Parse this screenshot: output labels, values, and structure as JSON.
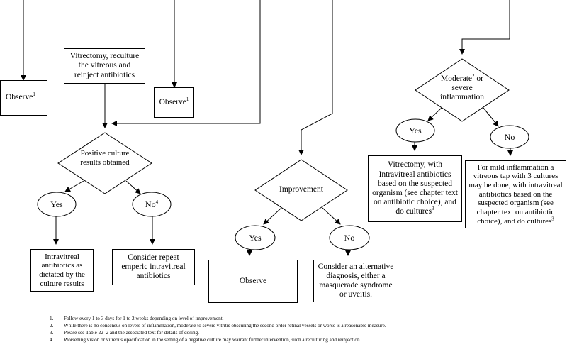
{
  "boxes": {
    "observe_left": {
      "text": "Observe",
      "sup": "1"
    },
    "vitrectomy_reculture": {
      "text": "Vitrectomy, reculture the vitreous and reinject antibiotics"
    },
    "observe_mid": {
      "text": "Observe",
      "sup": "1"
    },
    "intravitreal_culture": {
      "text": "Intravitreal antibiotics as dictated by the culture results"
    },
    "consider_repeat": {
      "text": "Consider repeat emperic intravitreal antibiotics"
    },
    "observe_center": {
      "text": "Observe"
    },
    "consider_alternative": {
      "text": "Consider an alternative diagnosis, either a masquerade syndrome or uveitis."
    },
    "vitrectomy_intravitreal": {
      "text": "Vitrectomy, with Intravitreal antibiotics based on the suspected organism (see chapter text on antibiotic choice), and do cultures",
      "sup": "3"
    },
    "mild_inflammation": {
      "text": "For mild inflammation a vitreous tap with 3 cultures may be done, with intravitreal antibiotics based on the suspected organism (see chapter text on antibiotic choice), and do cultures",
      "sup": "3"
    }
  },
  "decisions": {
    "positive_culture": {
      "text": "Positive culture results obtained"
    },
    "improvement": {
      "text": "Improvement"
    },
    "moderate_inflammation": {
      "pre": "Moderate",
      "sup": "2",
      "post": " or severe inflammation"
    }
  },
  "ovals": {
    "yes_left": "Yes",
    "no_left": {
      "text": "No",
      "sup": "4"
    },
    "yes_center": "Yes",
    "no_center": "No",
    "yes_right": "Yes",
    "no_right": "No"
  },
  "footnotes": [
    {
      "num": "1.",
      "text": "Follow every 1 to 3 days for 1 to 2 weeks depending on level of improvement."
    },
    {
      "num": "2.",
      "text": "While there is no consensus on levels of inflammation, moderate to severe vitritis obscuring the second order retinal vessels or worse is a reasonable measure."
    },
    {
      "num": "3.",
      "text": "Please see Table 22–2 and the associated text for details of dosing."
    },
    {
      "num": "4.",
      "text": "Worsening vision or vitreous opacification in the setting of a negative culture may warrant further intervention, such a reculturing and reinjection."
    }
  ]
}
